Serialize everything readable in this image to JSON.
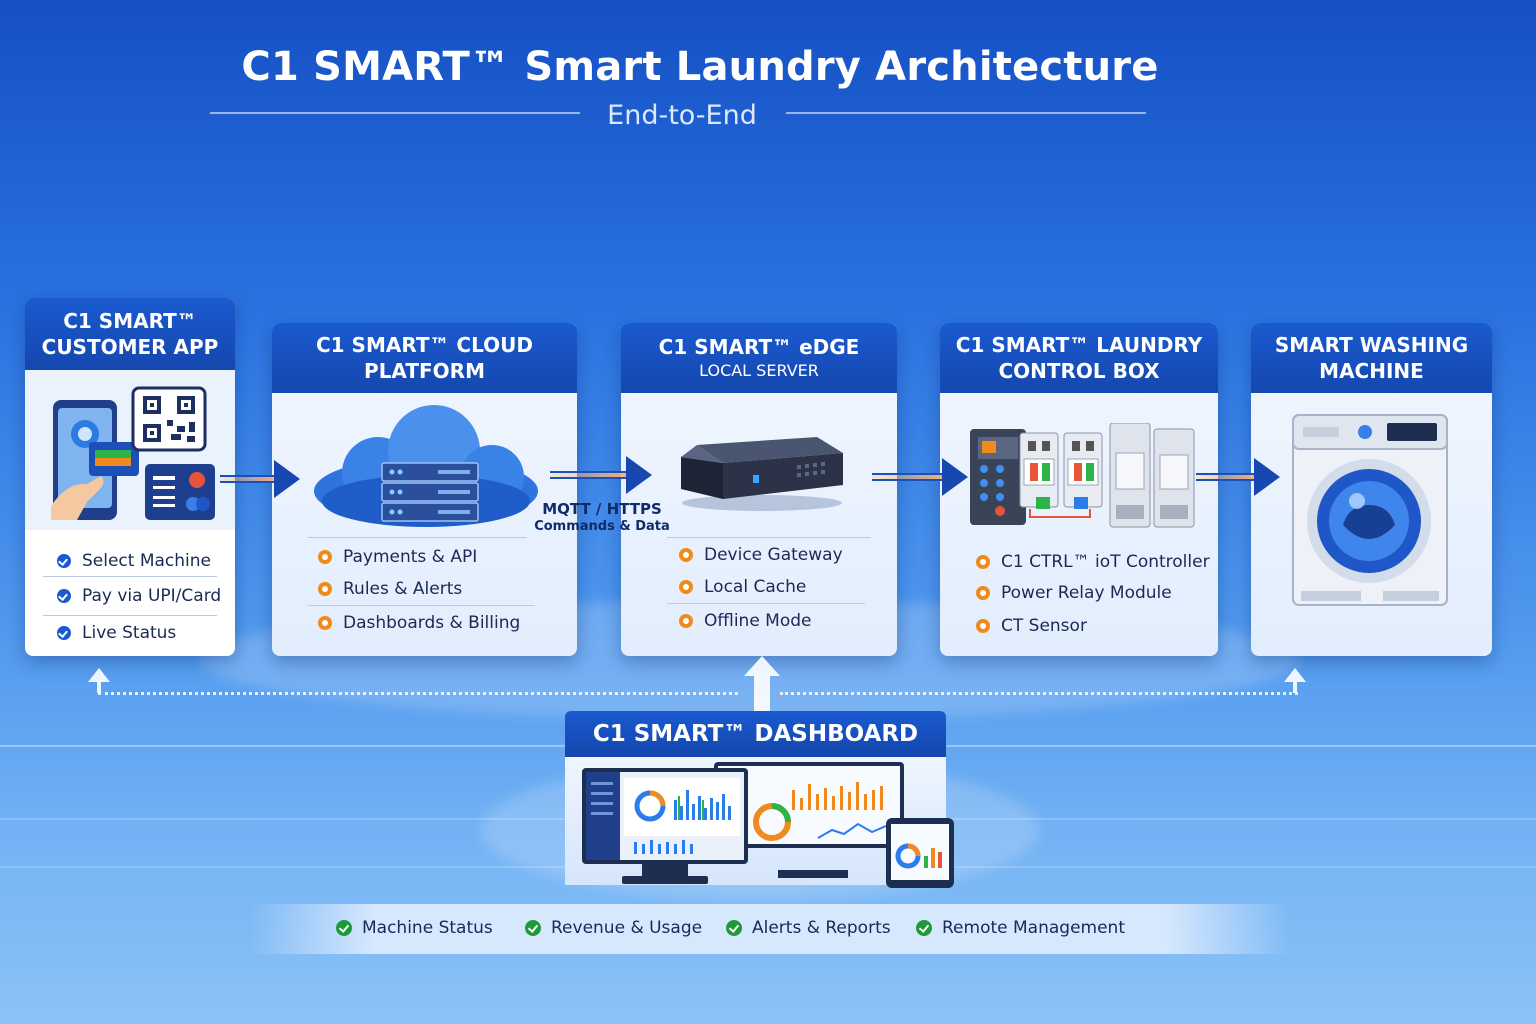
{
  "title": "C1 SMART™ Smart Laundry Architecture",
  "subtitle": "End-to-End",
  "cards": {
    "app": {
      "title_line1": "C1 SMART™",
      "title_line2": "CUSTOMER APP",
      "items": [
        "Select Machine",
        "Pay via UPI/Card",
        "Live Status"
      ]
    },
    "cloud": {
      "title_line1": "C1 SMART™ CLOUD",
      "title_line2": "PLATFORM",
      "items": [
        "Payments & API",
        "Rules & Alerts",
        "Dashboards & Billing"
      ]
    },
    "edge": {
      "title_line1": "C1 SMART™ eDGE",
      "title_line2": "LOCAL SERVER",
      "items": [
        "Device Gateway",
        "Local Cache",
        "Offline Mode"
      ]
    },
    "control": {
      "title_line1": "C1 SMART™ LAUNDRY",
      "title_line2": "CONTROL BOX",
      "items": [
        "C1 CTRL™ ioT Controller",
        "Power Relay Module",
        "CT Sensor"
      ]
    },
    "washer": {
      "title_line1": "SMART WASHING",
      "title_line2": "MACHINE"
    }
  },
  "protocol": {
    "line1": "MQTT / HTTPS",
    "line2": "Commands & Data"
  },
  "dashboard": {
    "title": "C1 SMART™ DASHBOARD",
    "features": [
      "Machine Status",
      "Revenue & Usage",
      "Alerts & Reports",
      "Remote Management"
    ]
  },
  "colors": {
    "header_blue": "#1a5ad0",
    "accent_orange": "#f08a1c",
    "check_green": "#1f9a3a"
  }
}
